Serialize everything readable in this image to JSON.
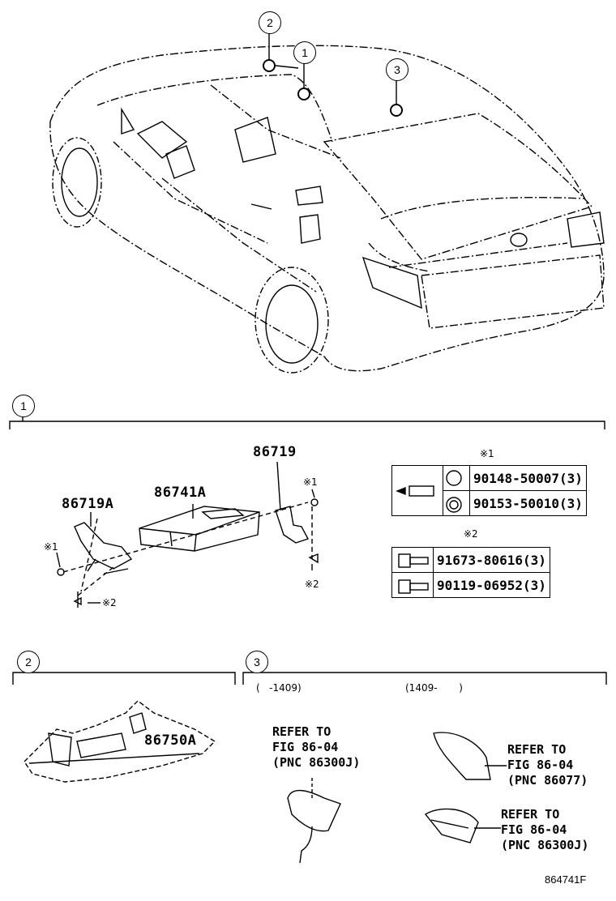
{
  "callouts": {
    "c1": "1",
    "c2": "2",
    "c3": "3"
  },
  "sections": {
    "s1": {
      "callout": "1"
    },
    "s2": {
      "callout": "2"
    },
    "s3": {
      "callout": "3"
    }
  },
  "part_numbers": {
    "p86719": "86719",
    "p86719A": "86719A",
    "p86741A": "86741A",
    "p86750A": "86750A"
  },
  "marks": {
    "m1_top": "※1",
    "m1_left": "※1",
    "m1_right": "※1",
    "m2_left": "※2",
    "m2_right": "※2",
    "m2_top": "※2"
  },
  "fastener_table_1": {
    "rows": [
      {
        "part": "90148-50007(3)"
      },
      {
        "part": "90153-50010(3)"
      }
    ]
  },
  "fastener_table_2": {
    "rows": [
      {
        "part": "91673-80616(3)"
      },
      {
        "part": "90119-06952(3)"
      }
    ]
  },
  "periods": {
    "left": "(   -1409)",
    "right": "(1409-       )"
  },
  "refs": {
    "r1": "REFER TO\nFIG 86-04\n(PNC 86300J)",
    "r2": "REFER TO\nFIG 86-04\n(PNC 86077)",
    "r3": "REFER TO\nFIG 86-04\n(PNC 86300J)"
  },
  "figure_id": "864741F"
}
